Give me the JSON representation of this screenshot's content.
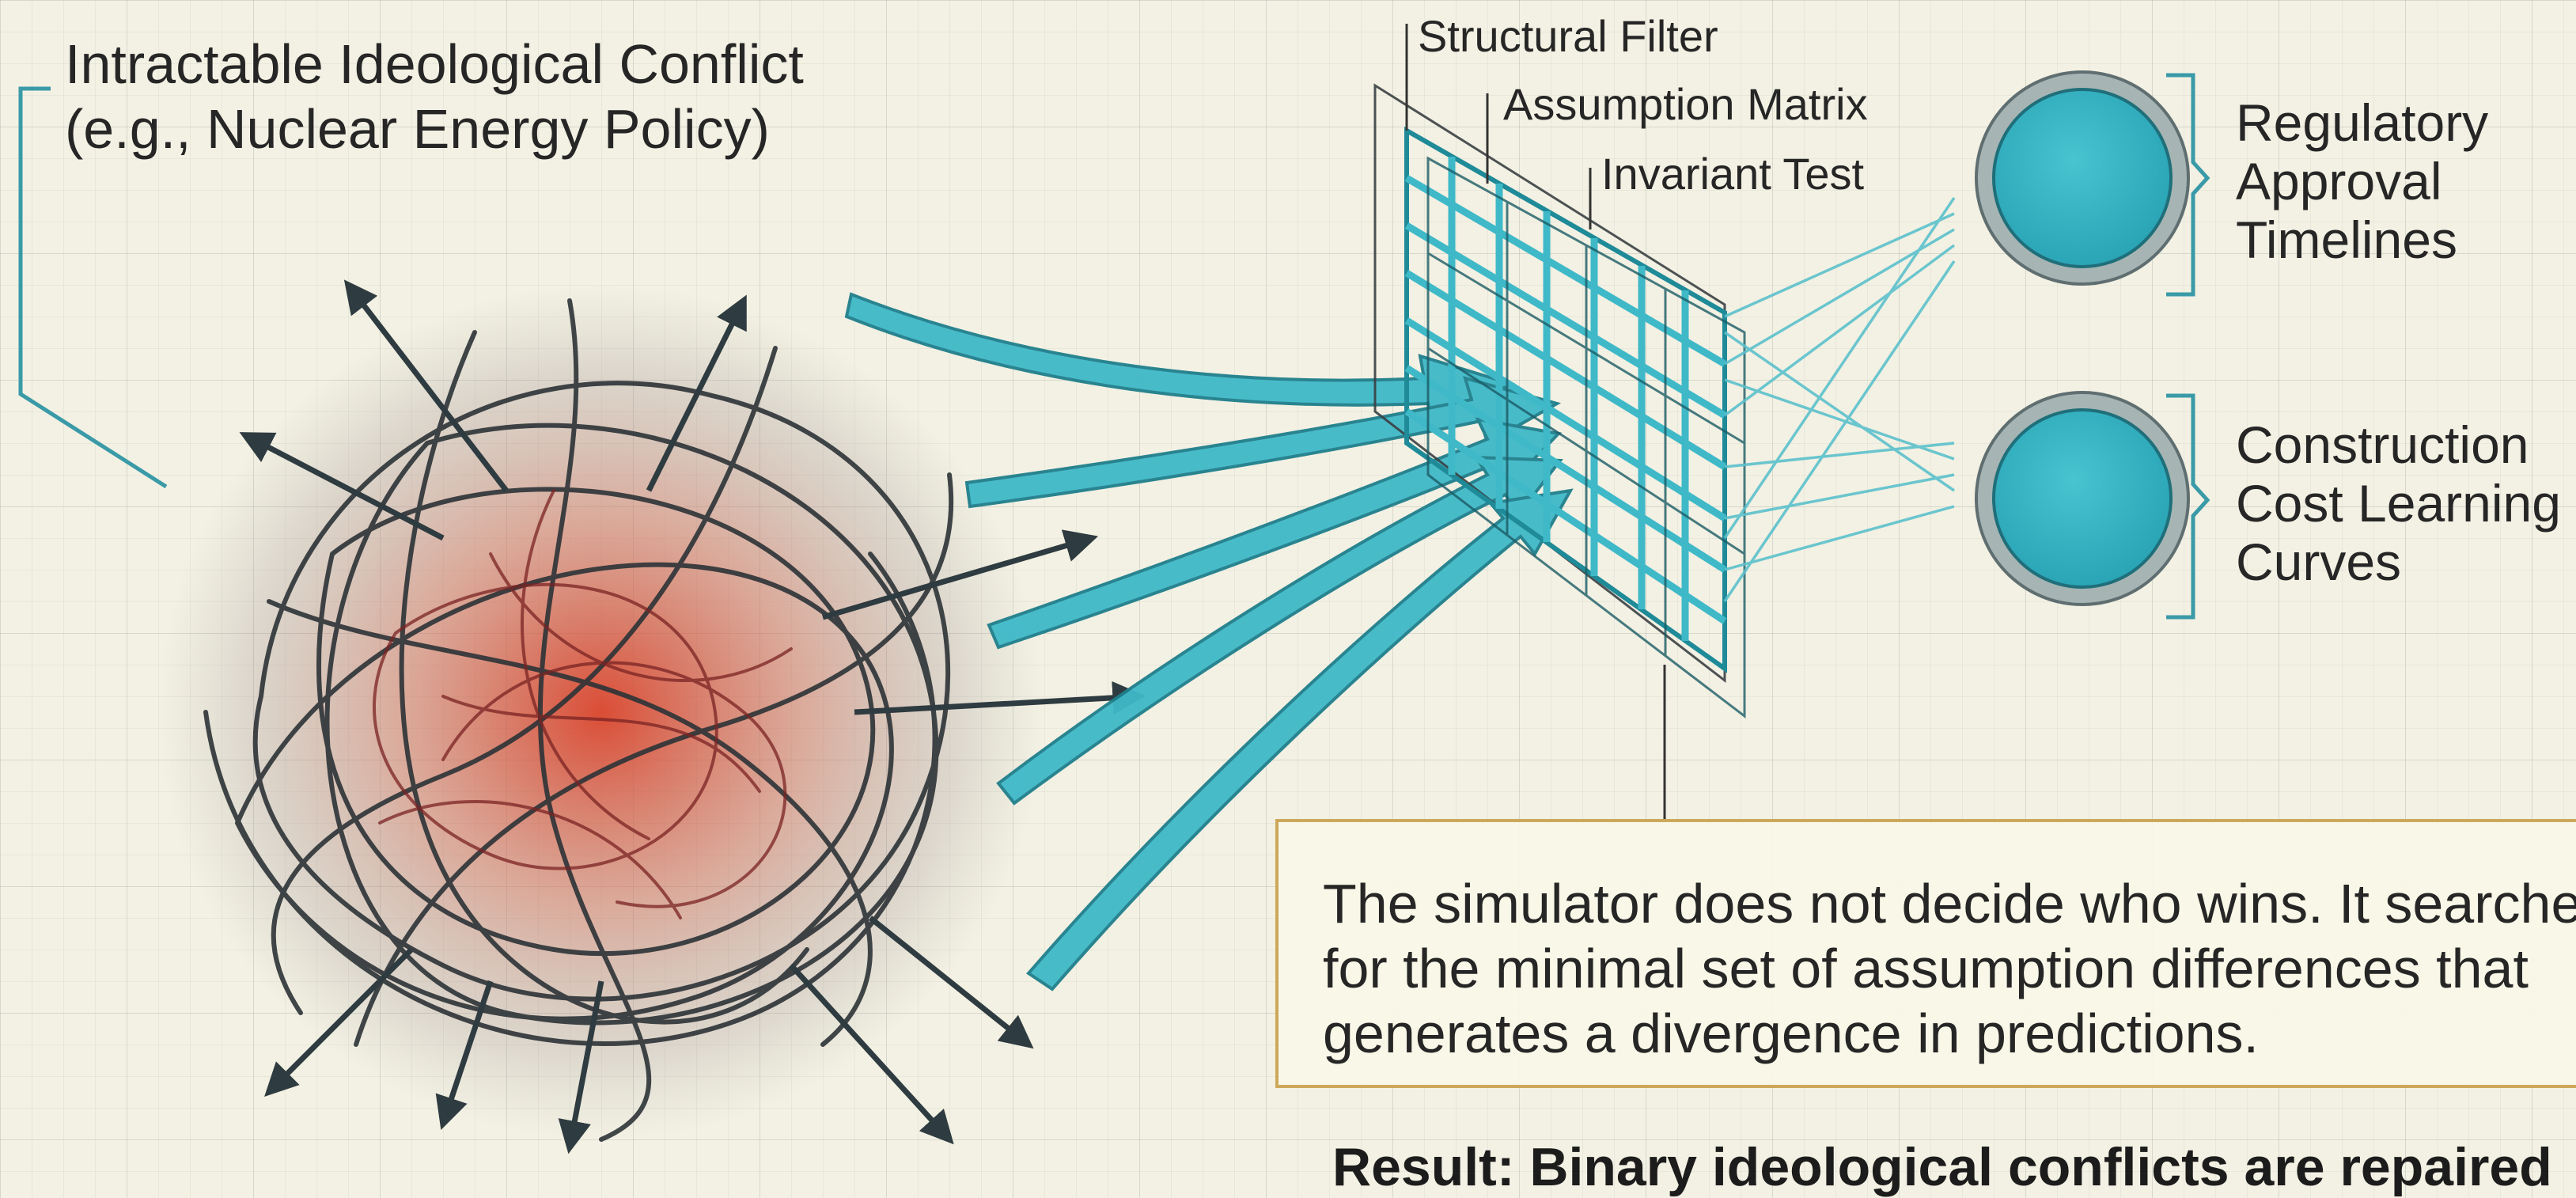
{
  "conflict": {
    "title_line1": "Intractable Ideological Conflict",
    "title_line2": "(e.g., Nuclear Energy Policy)"
  },
  "filter_layers": [
    {
      "label": "Structural Filter"
    },
    {
      "label": "Assumption Matrix"
    },
    {
      "label": "Invariant Test"
    }
  ],
  "outputs": [
    {
      "line1": "Regulatory",
      "line2": "Approval",
      "line3": "Timelines"
    },
    {
      "line1": "Construction",
      "line2": "Cost Learning",
      "line3": "Curves"
    }
  ],
  "caption": {
    "line1": "The simulator does not decide who wins. It searches",
    "line2": "for the minimal set of assumption differences that",
    "line3": "generates a divergence in predictions."
  },
  "result": "Result: Binary ideological conflicts are repaired",
  "colors": {
    "teal": "#3fb9c8",
    "teal_dark": "#1f8a98",
    "conflict_red": "#c0392b",
    "ink": "#262626",
    "caption_border": "#cda85a"
  }
}
